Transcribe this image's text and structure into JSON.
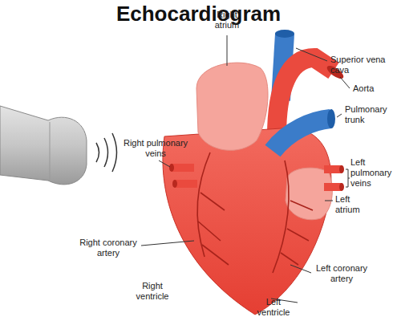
{
  "diagram": {
    "title": "Echocardiogram",
    "labels": [
      "Right atrium",
      "Superior vena cava",
      "Aorta",
      "Pulmonary trunk",
      "Left pulmonary veins",
      "Left atrium",
      "Right pulmonary veins",
      "Right coronary artery",
      "Left coronary artery",
      "Right ventricle",
      "Left ventricle"
    ]
  }
}
